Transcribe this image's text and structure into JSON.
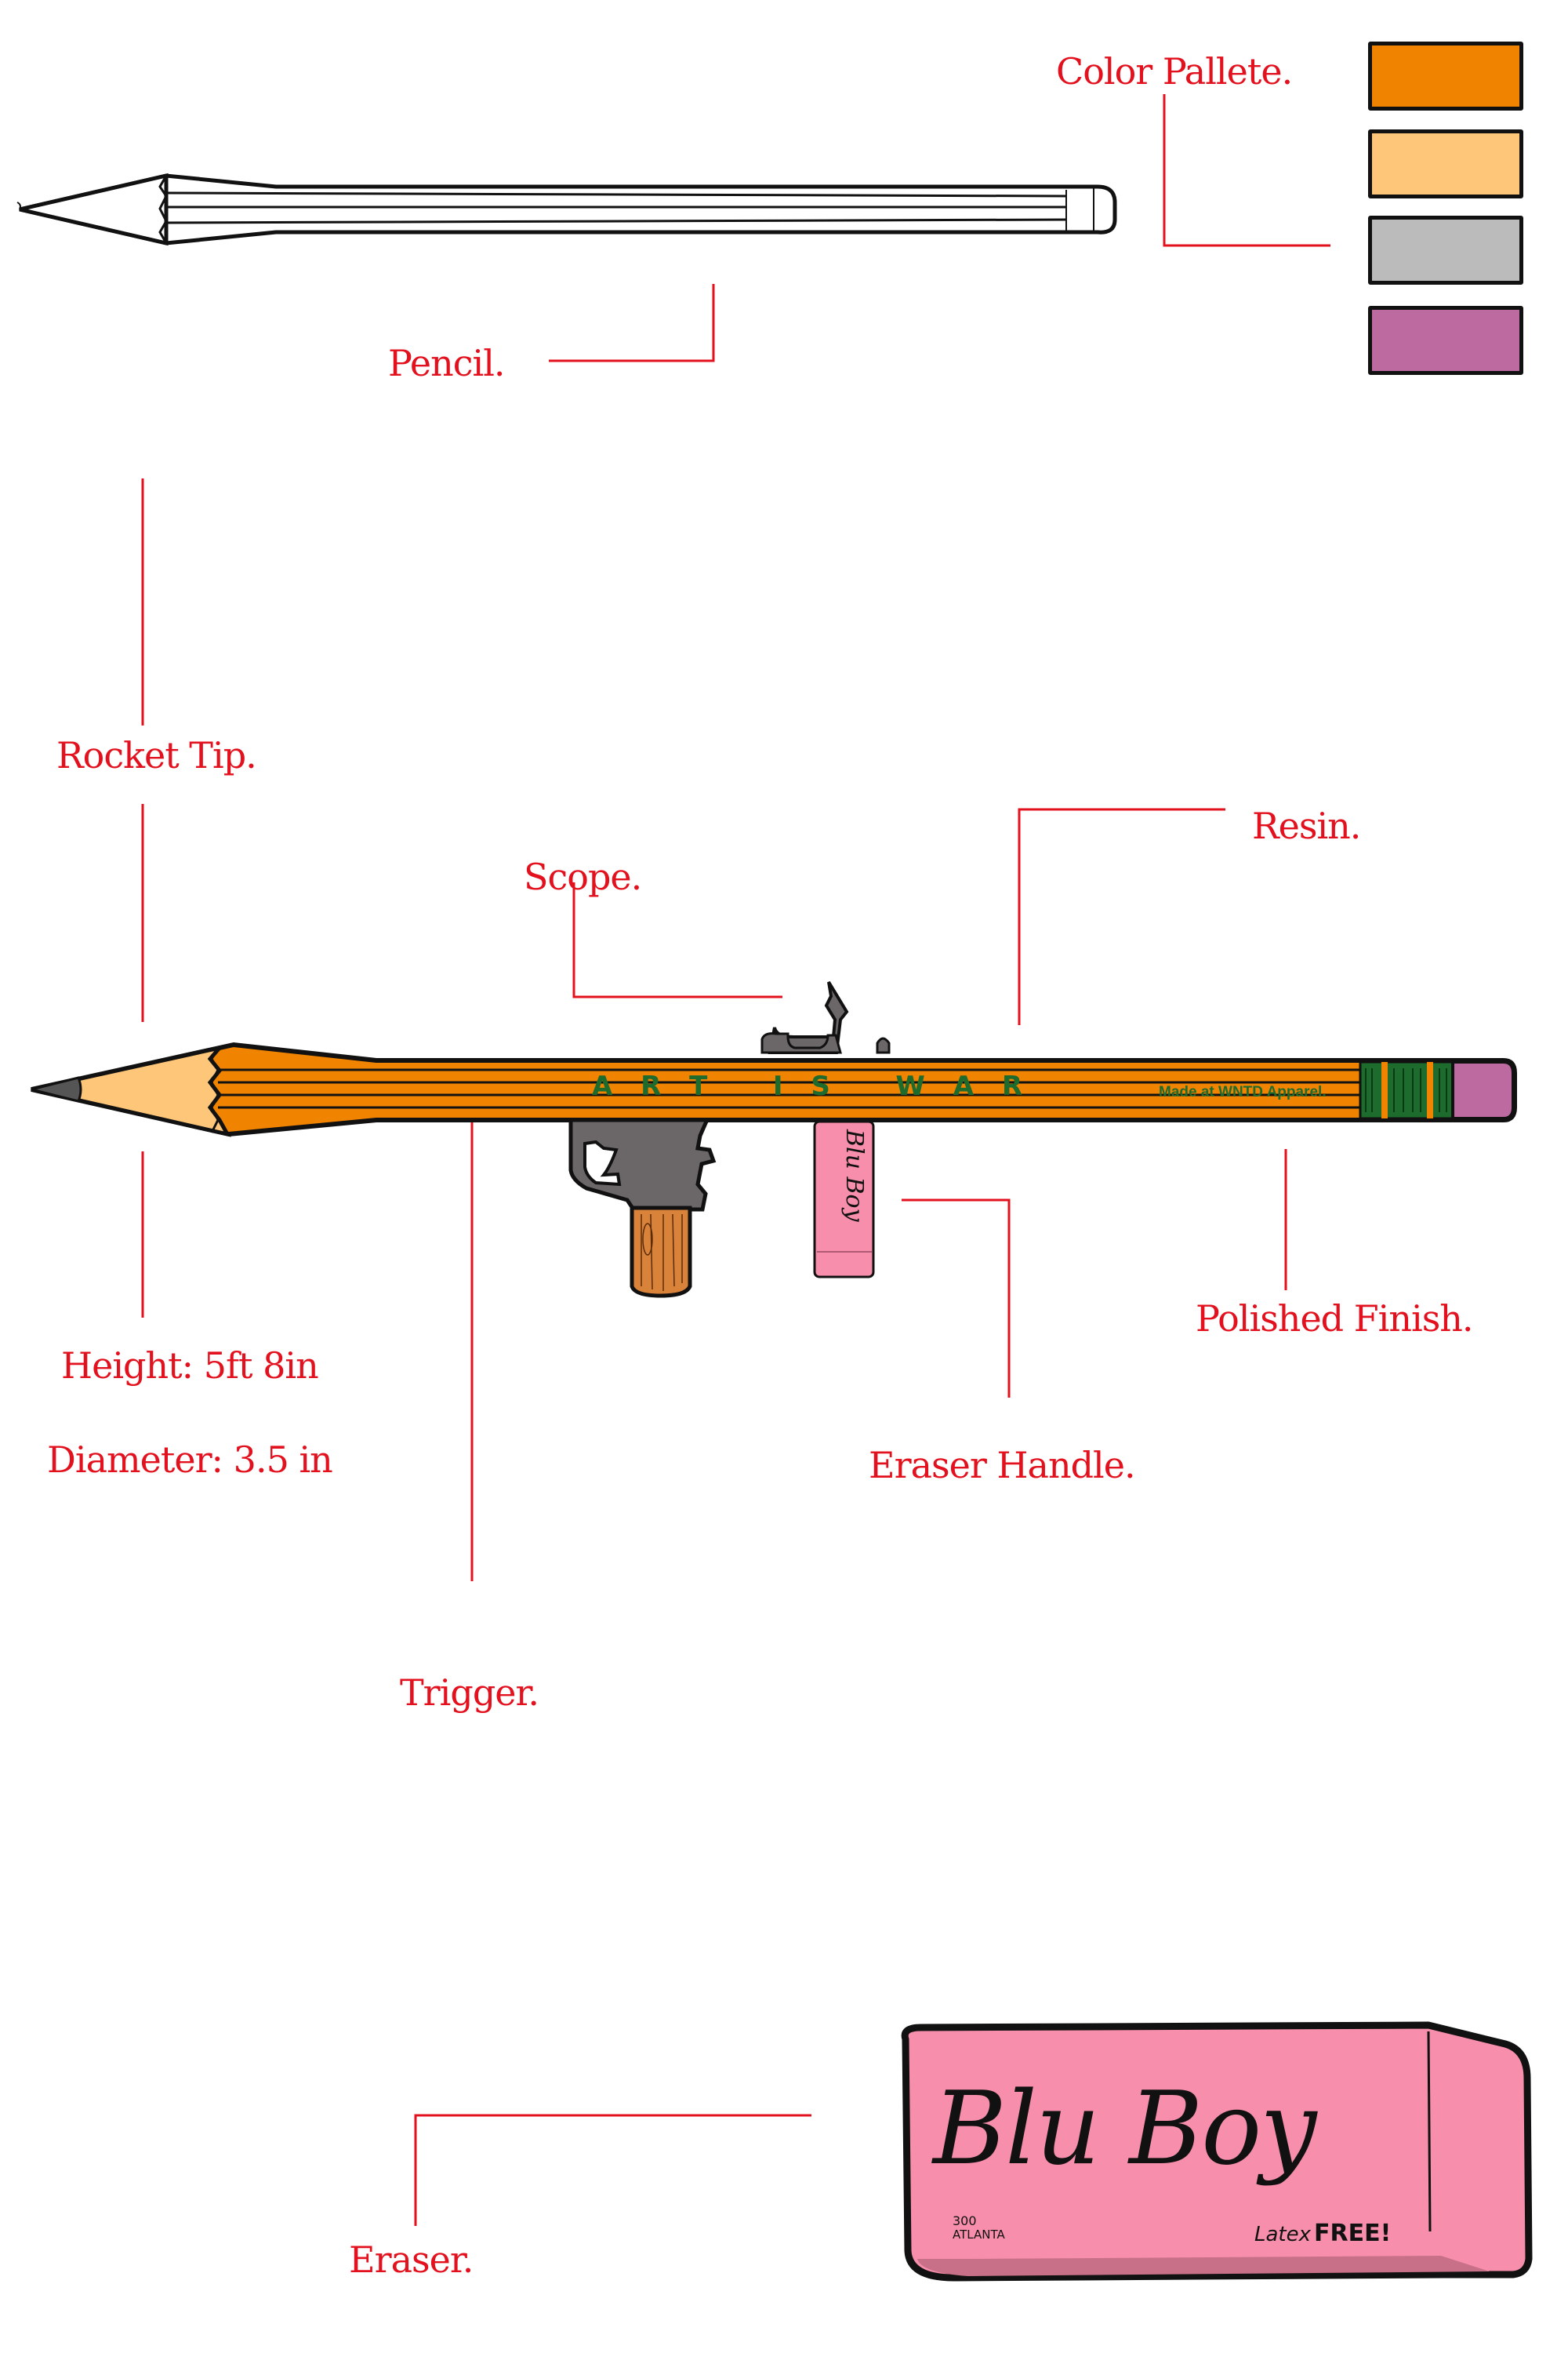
{
  "labels": {
    "color_palette": "Color Pallete.",
    "pencil": "Pencil.",
    "rocket_tip": "Rocket Tip.",
    "resin": "Resin.",
    "scope": "Scope.",
    "height": "Height: 5ft 8in",
    "diameter": "Diameter: 3.5 in",
    "polished_finish": "Polished Finish.",
    "eraser_handle": "Eraser Handle.",
    "trigger": "Trigger.",
    "eraser": "Eraser."
  },
  "palette": [
    {
      "name": "orange",
      "color": "#f08300"
    },
    {
      "name": "light-orange",
      "color": "#fec679"
    },
    {
      "name": "gray",
      "color": "#bbbbbb"
    },
    {
      "name": "purple",
      "color": "#bc6aa0"
    }
  ],
  "rocket": {
    "slogan": "A R T   I S   W A R",
    "maker_text": "Made at WNTD Apparel."
  },
  "eraser": {
    "brand": "Blu Boy",
    "model": "300",
    "city": "ATLANTA",
    "latex": "Latex",
    "free": "FREE!"
  },
  "colors": {
    "annotation": "#e3101d",
    "slogan": "#1e6b2e",
    "eraser_pink": "#f78fac",
    "wood": "#d9823a",
    "gunmetal": "#6b6668"
  }
}
